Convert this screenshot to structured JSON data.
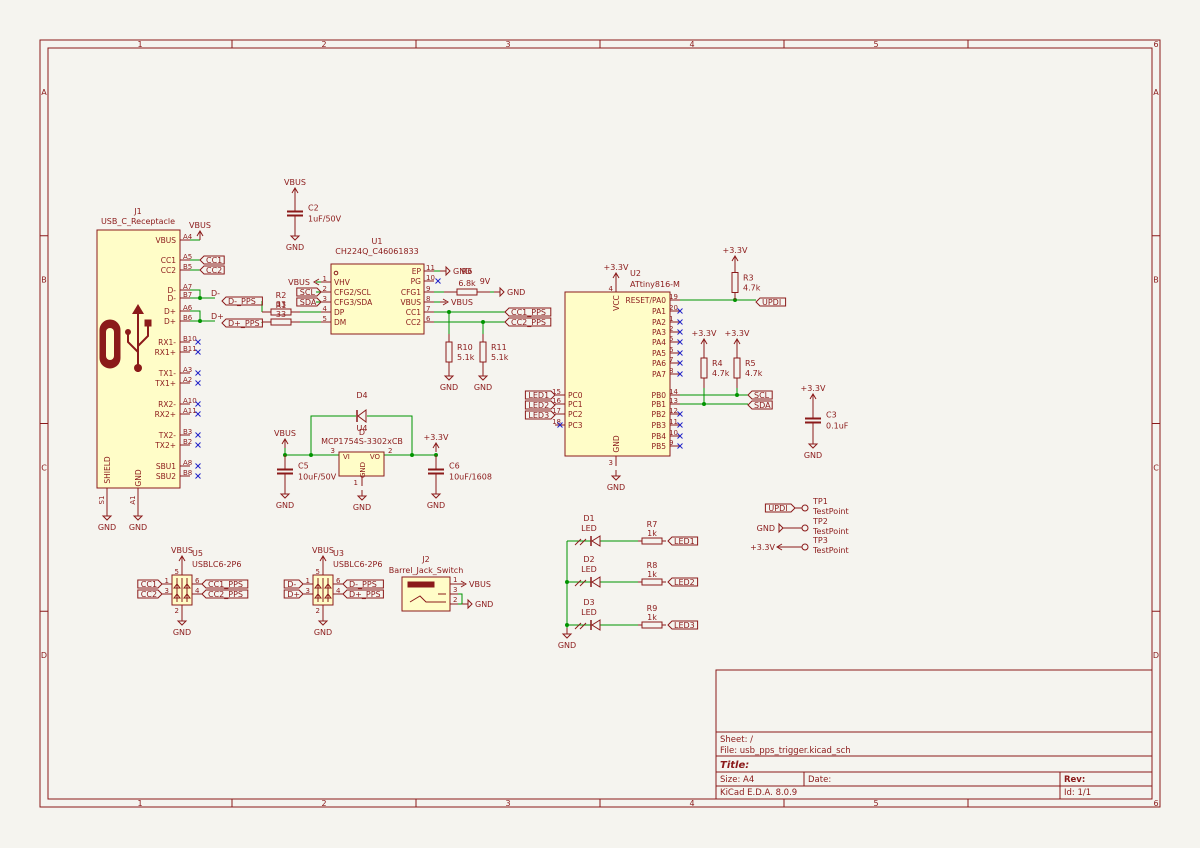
{
  "colors": {
    "background": "#f5f4ef",
    "frame": "#8b1a1a",
    "body": "#8b1a1a",
    "body_fill": "#fffdc8",
    "wire": "#009400",
    "pin": "#8b1a1a",
    "nc": "#2020c8",
    "junction": "#009400"
  },
  "frame": {
    "cols": [
      "1",
      "2",
      "3",
      "4",
      "5",
      "6"
    ],
    "rows": [
      "A",
      "B",
      "C",
      "D"
    ]
  },
  "title_block": {
    "sheet": "Sheet: /",
    "file": "File: usb_pps_trigger.kicad_sch",
    "title": "Title:",
    "size": "Size: A4",
    "date": "Date:",
    "rev": "Rev:",
    "tool": "KiCad E.D.A. 8.0.9",
    "id": "Id: 1/1"
  },
  "components": {
    "j1": {
      "ref": "J1",
      "value": "USB_C_Receptacle",
      "left_pins": [
        "VBUS",
        "CC1",
        "CC2",
        "D-",
        "D-",
        "D+",
        "D+",
        "RX1-",
        "RX1+",
        "TX1-",
        "TX1+",
        "RX2-",
        "RX2+",
        "TX2-",
        "TX2+",
        "SBU1",
        "SBU2"
      ],
      "right_nums": [
        "A4",
        "A5",
        "B5",
        "A7",
        "B7",
        "A6",
        "B6",
        "B10",
        "B11",
        "A3",
        "A2",
        "A10",
        "A11",
        "B3",
        "B2",
        "A8",
        "B8"
      ],
      "shield": "SHIELD",
      "gnd_pin": "GND",
      "s1": "S1",
      "a1": "A1"
    },
    "c2": {
      "ref": "C2",
      "value": "1uF/50V"
    },
    "u1": {
      "ref": "U1",
      "value": "CH224Q_C46061833",
      "left_pins": [
        "VHV",
        "CFG2/SCL",
        "CFG3/SDA",
        "DP",
        "DM"
      ],
      "left_nums": [
        "1",
        "2",
        "3",
        "4",
        "5"
      ],
      "right_pins": [
        "EP",
        "PG",
        "CFG1",
        "VBUS",
        "CC1",
        "CC2"
      ],
      "right_nums": [
        "11",
        "10",
        "9",
        "8",
        "7",
        "6"
      ]
    },
    "r6": {
      "ref": "R6",
      "value": "6.8k",
      "note": "9V"
    },
    "r2": {
      "ref": "R2",
      "value": "33"
    },
    "r1": {
      "ref": "R1",
      "value": "33"
    },
    "r10": {
      "ref": "R10",
      "value": "5.1k"
    },
    "r11": {
      "ref": "R11",
      "value": "5.1k"
    },
    "d4": {
      "ref": "D4",
      "value": "D"
    },
    "u4": {
      "ref": "U4",
      "value": "MCP1754S-3302xCB",
      "vi": "VI",
      "vo": "VO",
      "gnd": "GND"
    },
    "c5": {
      "ref": "C5",
      "value": "10uF/50V"
    },
    "c6": {
      "ref": "C6",
      "value": "10uF/1608"
    },
    "u2": {
      "ref": "U2",
      "value": "ATtiny816-M",
      "right_pins": [
        "RESET/PA0",
        "PA1",
        "PA2",
        "PA3",
        "PA4",
        "PA5",
        "PA6",
        "PA7",
        "PB0",
        "PB1",
        "PB2",
        "PB3",
        "PB4",
        "PB5"
      ],
      "right_nums": [
        "19",
        "20",
        "1",
        "2",
        "5",
        "6",
        "7",
        "8",
        "14",
        "13",
        "12",
        "11",
        "10",
        "9"
      ],
      "left_pins": [
        "PC0",
        "PC1",
        "PC2",
        "PC3"
      ],
      "left_nums": [
        "15",
        "16",
        "17",
        "18"
      ],
      "vcc": "VCC",
      "gnd": "GND"
    },
    "r3": {
      "ref": "R3",
      "value": "4.7k"
    },
    "r4": {
      "ref": "R4",
      "value": "4.7k"
    },
    "r5": {
      "ref": "R5",
      "value": "4.7k"
    },
    "c3": {
      "ref": "C3",
      "value": "0.1uF"
    },
    "tp1": {
      "ref": "TP1",
      "value": "TestPoint"
    },
    "tp2": {
      "ref": "TP2",
      "value": "TestPoint"
    },
    "tp3": {
      "ref": "TP3",
      "value": "TestPoint"
    },
    "u5": {
      "ref": "U5",
      "value": "USBLC6-2P6"
    },
    "u3": {
      "ref": "U3",
      "value": "USBLC6-2P6"
    },
    "j2": {
      "ref": "J2",
      "value": "Barrel_Jack_Switch"
    },
    "d1": {
      "ref": "D1",
      "value": "LED"
    },
    "d2": {
      "ref": "D2",
      "value": "LED"
    },
    "d3": {
      "ref": "D3",
      "value": "LED"
    },
    "r7": {
      "ref": "R7",
      "value": "1k"
    },
    "r8": {
      "ref": "R8",
      "value": "1k"
    },
    "r9": {
      "ref": "R9",
      "value": "1k"
    }
  },
  "power": {
    "vbus": "VBUS",
    "gnd": "GND",
    "v33": "+3.3V"
  },
  "nets": {
    "cc1": "CC1",
    "cc2": "CC2",
    "d_minus": "D-",
    "d_plus": "D+",
    "d_minus_pps": "D-_PPS",
    "d_plus_pps": "D+_PPS",
    "cc1_pps": "CC1_PPS",
    "cc2_pps": "CC2_PPS",
    "scl": "SCL",
    "sda": "SDA",
    "updi": "UPDI",
    "led1": "LED1",
    "led2": "LED2",
    "led3": "LED3"
  },
  "small_pins": {
    "usblc_left": [
      "1",
      "3"
    ],
    "usblc_right": [
      "6",
      "4"
    ],
    "usblc_top": "5",
    "usblc_bot": "2",
    "jack": [
      "1",
      "3",
      "2"
    ],
    "u4_vi": "3",
    "u4_vo": "2",
    "u4_gnd": "1",
    "u2_vcc": "4",
    "u2_gnd": "3"
  }
}
